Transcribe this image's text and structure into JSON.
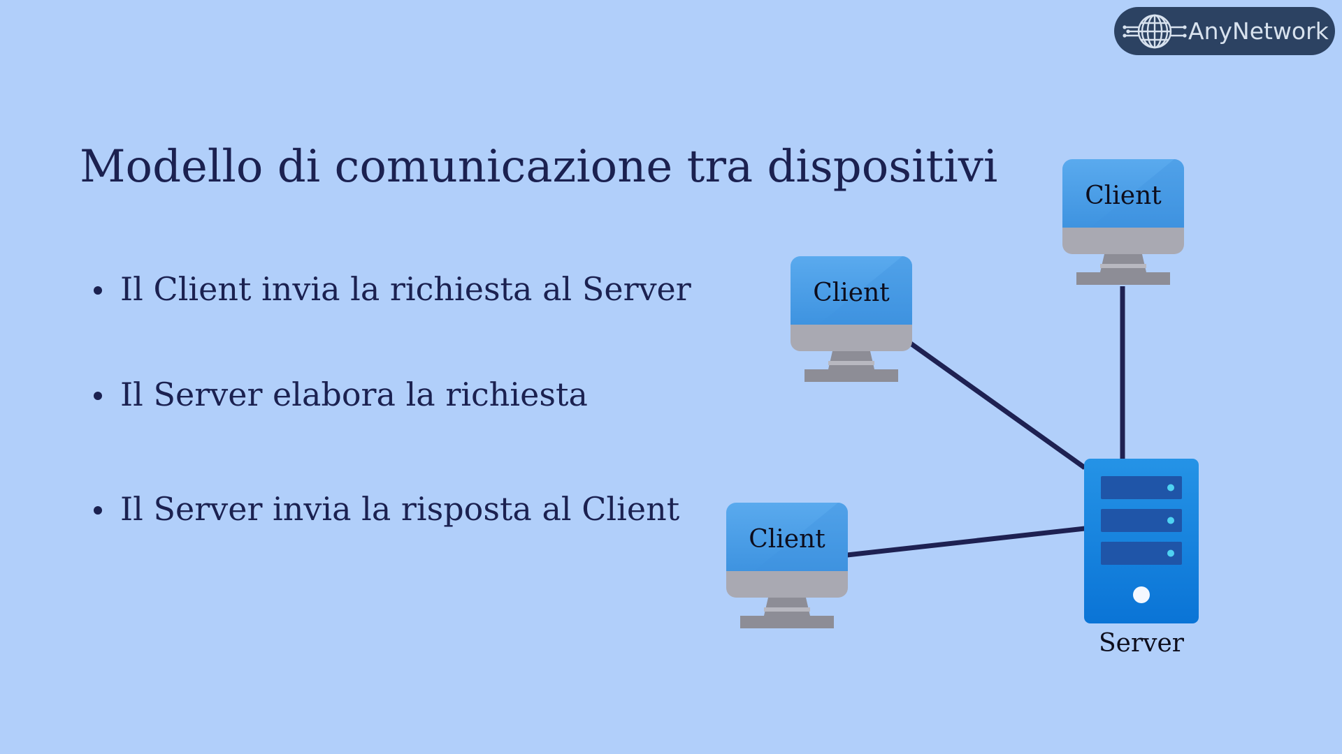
{
  "logo": {
    "text": "AnyNetwork",
    "icon": "globe-network-icon",
    "background": "#2c4262"
  },
  "title": "Modello di comunicazione tra dispositivi",
  "bullets": [
    "Il Client invia la richiesta al Server",
    "Il Server elabora la richiesta",
    "Il Server invia la risposta al Client"
  ],
  "diagram": {
    "nodes": [
      {
        "id": "client-top",
        "type": "client",
        "label": "Client"
      },
      {
        "id": "client-middle",
        "type": "client",
        "label": "Client"
      },
      {
        "id": "client-bottom",
        "type": "client",
        "label": "Client"
      },
      {
        "id": "server",
        "type": "server",
        "label": "Server"
      }
    ],
    "edges": [
      {
        "from": "client-top",
        "to": "server"
      },
      {
        "from": "client-middle",
        "to": "server"
      },
      {
        "from": "client-bottom",
        "to": "server"
      }
    ]
  },
  "colors": {
    "background": "#b1cffa",
    "text": "#1b2150",
    "connector": "#1e2152",
    "screen": "#4fa3e8",
    "monitor_frame": "#a9a9b2",
    "server_body": "#1f88dd"
  }
}
